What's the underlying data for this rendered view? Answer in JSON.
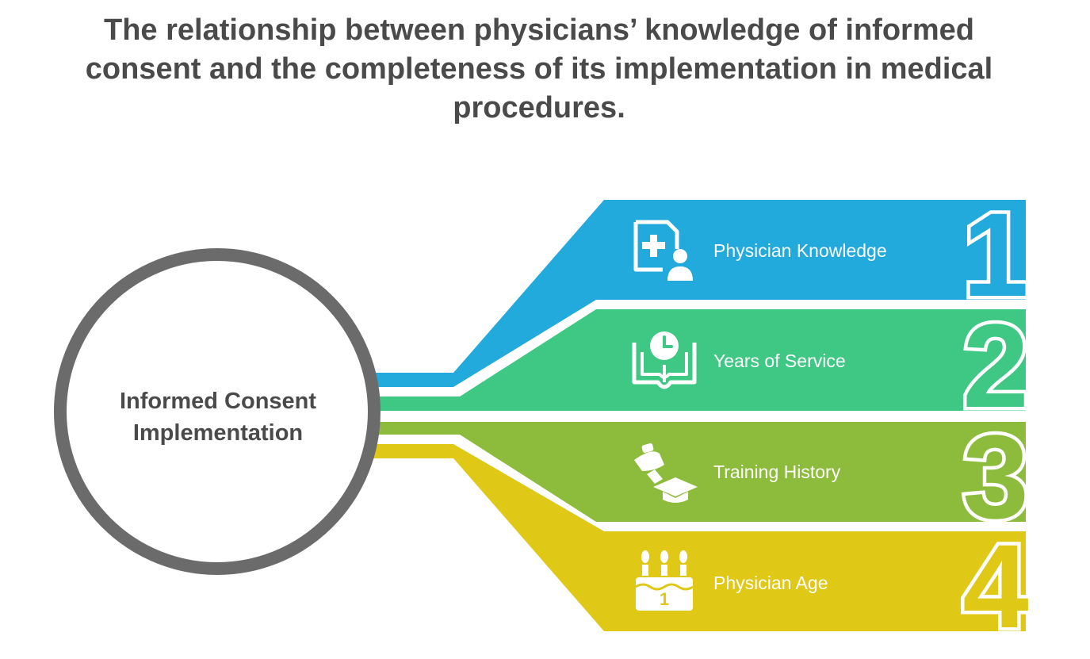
{
  "title": "The relationship between physicians’ knowledge of informed consent and the completeness of its implementation in medical procedures.",
  "hub": {
    "line1": "Informed Consent",
    "line2": "Implementation"
  },
  "items": [
    {
      "number": "1",
      "label": "Physician Knowledge",
      "color": "#22aadd",
      "icon": "medical-report-user-icon"
    },
    {
      "number": "2",
      "label": "Years of Service",
      "color": "#3ec883",
      "icon": "clock-book-icon"
    },
    {
      "number": "3",
      "label": "Training History",
      "color": "#8dbb3b",
      "icon": "graduation-cap-diploma-icon"
    },
    {
      "number": "4",
      "label": "Physician Age",
      "color": "#dfc816",
      "icon": "birthday-cake-icon"
    }
  ]
}
